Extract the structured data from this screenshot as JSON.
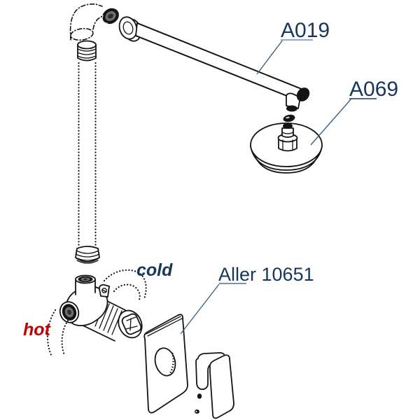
{
  "diagram": {
    "part_labels": {
      "arm": "A019",
      "head": "A069",
      "mixer": "Aller 10651"
    },
    "flow_labels": {
      "cold": "cold",
      "hot": "hot"
    },
    "colors": {
      "label_text": "#17365d",
      "hot_text": "#c00000",
      "leader": "#44607e",
      "underline_arm": "#93abd3",
      "underline_head": "#5d6a7c",
      "underline_mixer": "#7d92b5",
      "ink": "#141414",
      "background": "#ffffff"
    }
  }
}
